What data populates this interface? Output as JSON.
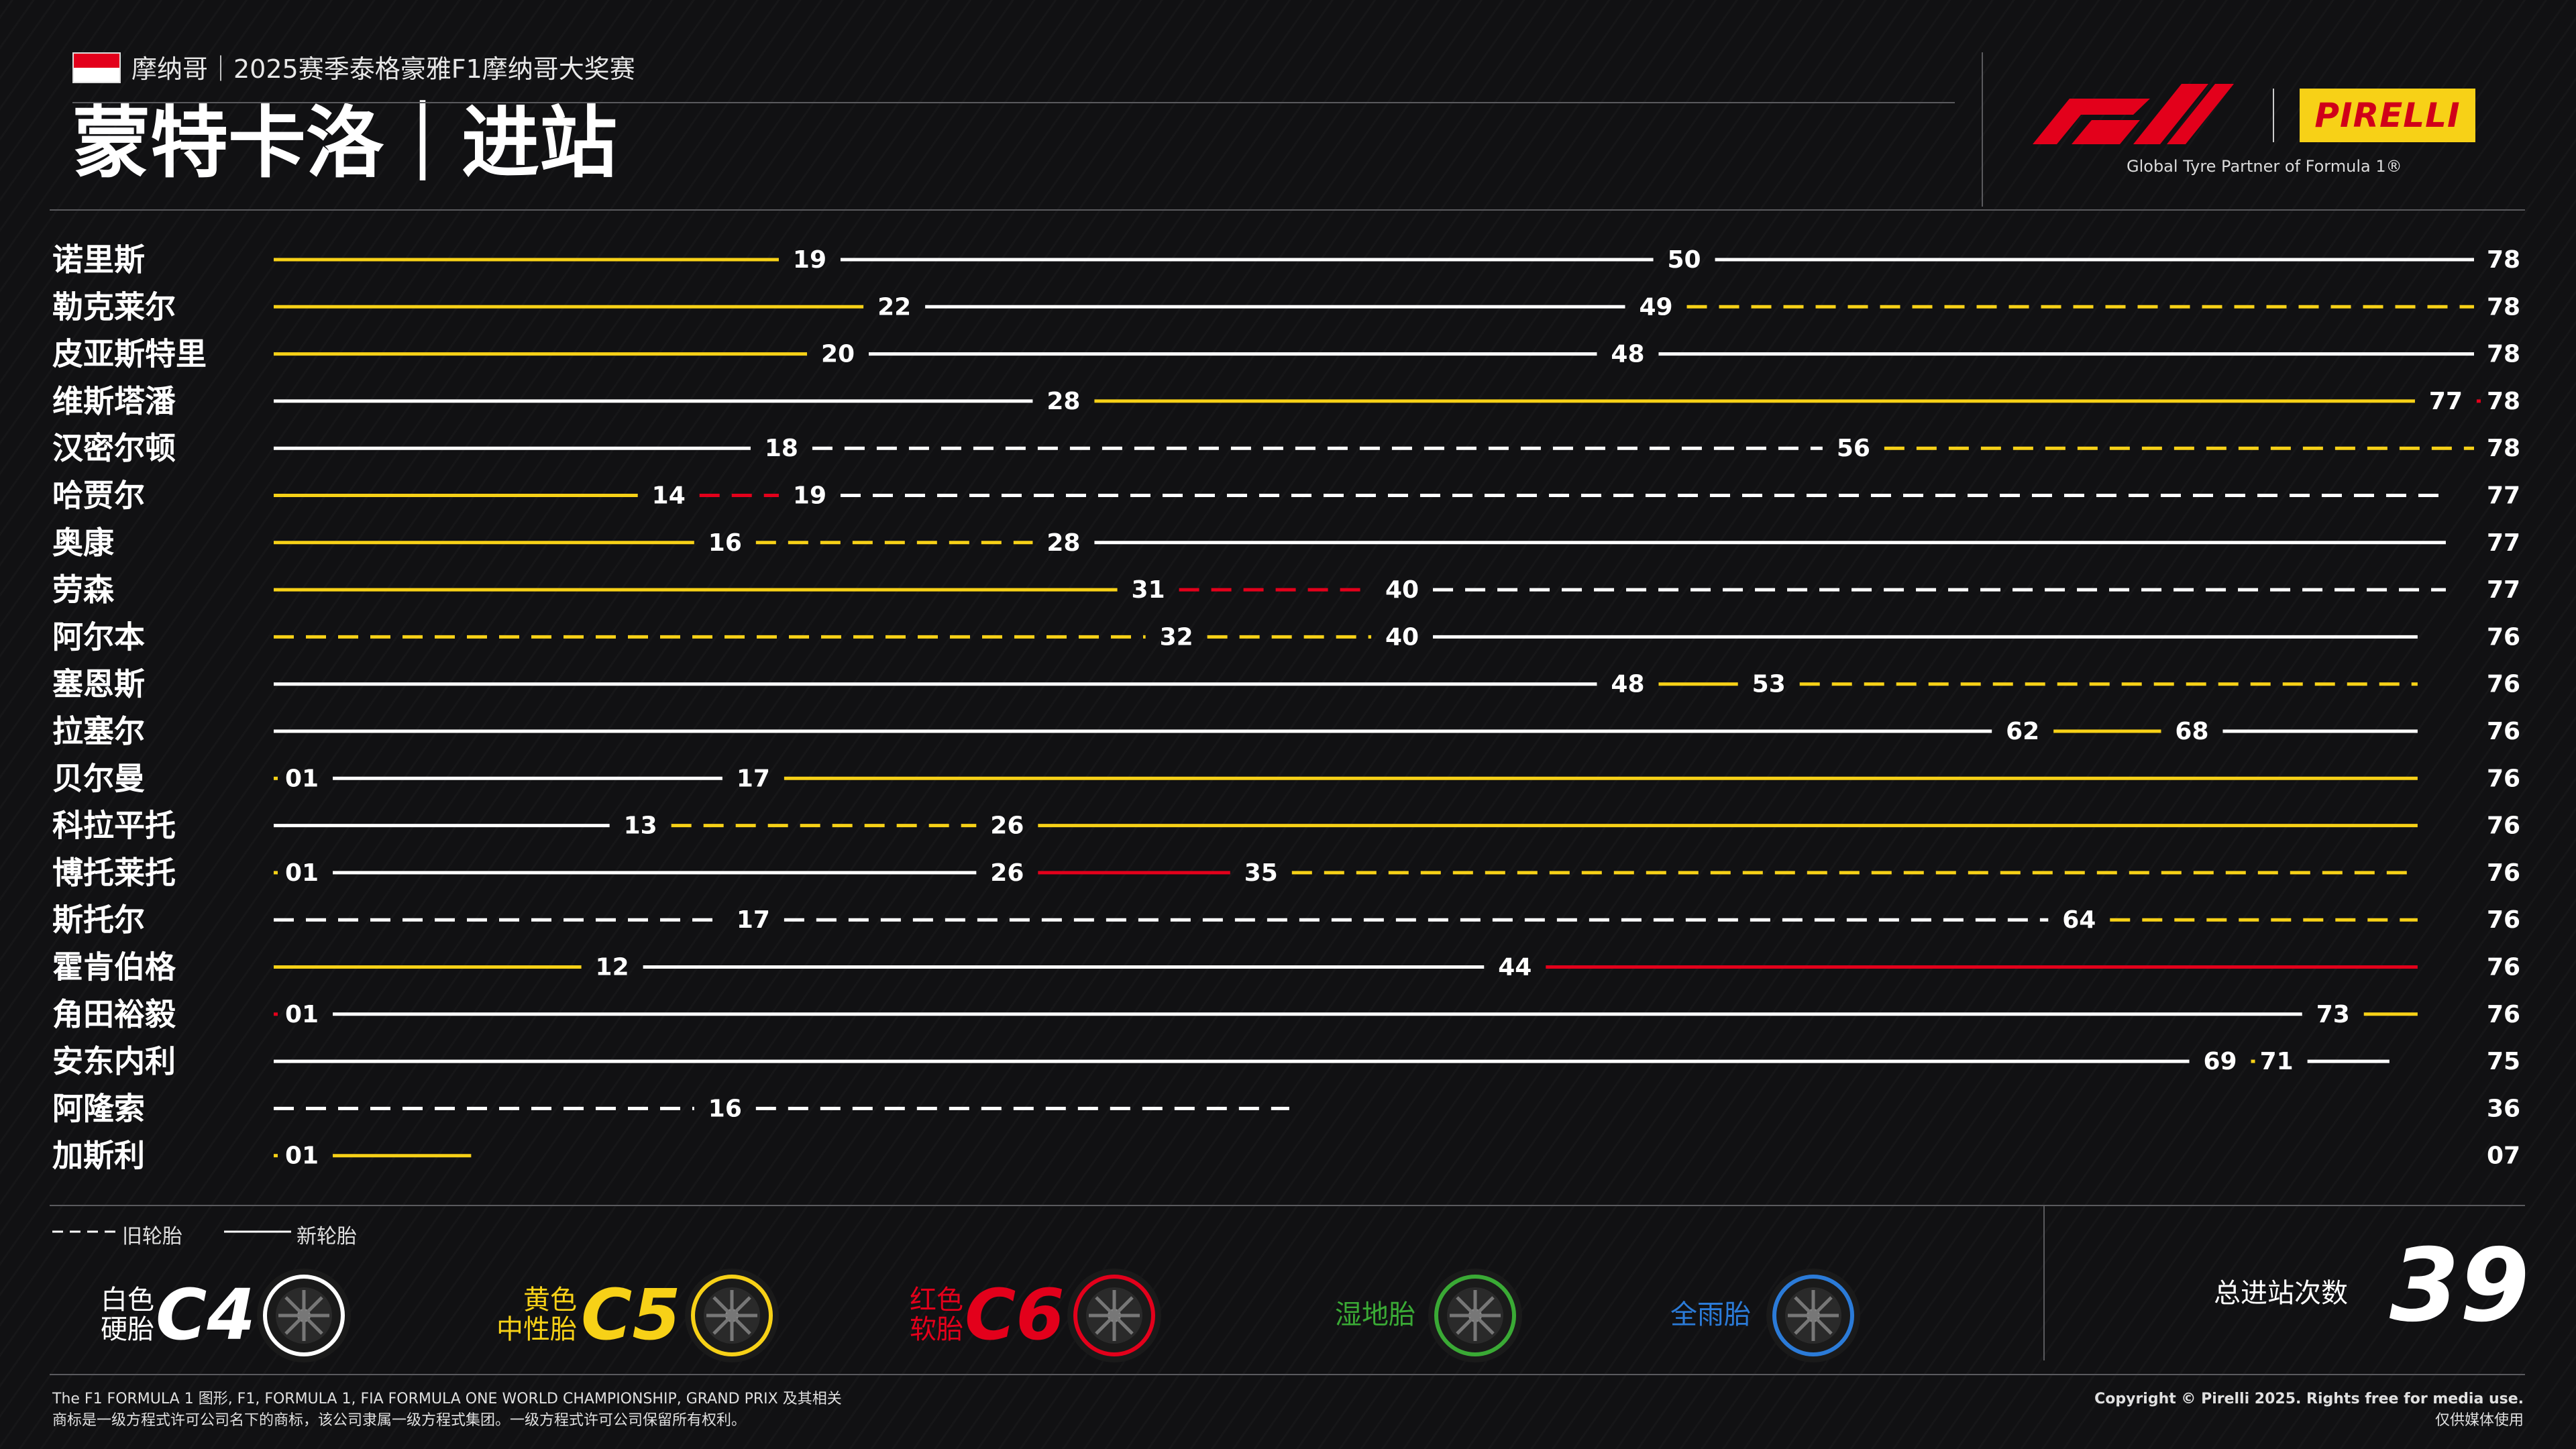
{
  "header": {
    "subtitle": "摩纳哥｜2025赛季泰格豪雅F1摩纳哥大奖赛",
    "title": "蒙特卡洛｜进站",
    "partner_text": "Global Tyre Partner of Formula 1®",
    "pirelli_logo": "PIRELLI",
    "f1_logo_icon": "f1-logo-icon",
    "flag_icon": "monaco-flag-icon"
  },
  "legend": {
    "used": "旧轮胎",
    "new": "新轮胎"
  },
  "tyres": [
    {
      "label1": "白色",
      "label2": "硬胎",
      "code": "C4",
      "color": "#ffffff",
      "icon": "hard-tyre-icon"
    },
    {
      "label1": "黄色",
      "label2": "中性胎",
      "code": "C5",
      "color": "#f7d117",
      "icon": "medium-tyre-icon"
    },
    {
      "label1": "红色",
      "label2": "软胎",
      "code": "C6",
      "color": "#e3001b",
      "icon": "soft-tyre-icon"
    },
    {
      "label1": "湿地胎",
      "label2": "",
      "code": "",
      "color": "#3aaa35",
      "icon": "wet-tyre-icon"
    },
    {
      "label1": "全雨胎",
      "label2": "",
      "code": "",
      "color": "#2b7bd8",
      "icon": "full-wet-tyre-icon"
    }
  ],
  "totals": {
    "label": "总进站次数",
    "value": "39"
  },
  "footer": {
    "left1": "The F1 FORMULA 1 图形, F1, FORMULA 1, FIA FORMULA ONE WORLD CHAMPIONSHIP, GRAND PRIX 及其相关",
    "left2": "商标是一级方程式许可公司名下的商标，该公司隶属一级方程式集团。一级方程式许可公司保留所有权利。",
    "right1": "Copyright © Pirelli 2025. Rights free for media use.",
    "right2": "仅供媒体使用"
  },
  "colors": {
    "hard": "#ffffff",
    "medium": "#f7d117",
    "soft": "#e3001b",
    "background": "#111113"
  },
  "chart_data": {
    "type": "stint-timeline",
    "x_unit": "lap",
    "xlim": [
      0,
      78
    ],
    "compounds": {
      "H": "C4 hard (white)",
      "M": "C5 medium (yellow)",
      "S": "C6 soft (red)"
    },
    "drivers": [
      {
        "name": "诺里斯",
        "stints": [
          {
            "c": "M",
            "n": true,
            "end": 19
          },
          {
            "c": "H",
            "n": true,
            "end": 50
          },
          {
            "c": "H",
            "n": true,
            "end": 78
          }
        ]
      },
      {
        "name": "勒克莱尔",
        "stints": [
          {
            "c": "M",
            "n": true,
            "end": 22
          },
          {
            "c": "H",
            "n": true,
            "end": 49
          },
          {
            "c": "M",
            "n": false,
            "end": 78
          }
        ]
      },
      {
        "name": "皮亚斯特里",
        "stints": [
          {
            "c": "M",
            "n": true,
            "end": 20
          },
          {
            "c": "H",
            "n": true,
            "end": 48
          },
          {
            "c": "H",
            "n": true,
            "end": 78
          }
        ]
      },
      {
        "name": "维斯塔潘",
        "stints": [
          {
            "c": "H",
            "n": true,
            "end": 28
          },
          {
            "c": "M",
            "n": true,
            "end": 77
          },
          {
            "c": "S",
            "n": false,
            "end": 78
          }
        ]
      },
      {
        "name": "汉密尔顿",
        "stints": [
          {
            "c": "H",
            "n": true,
            "end": 18
          },
          {
            "c": "H",
            "n": false,
            "end": 56
          },
          {
            "c": "M",
            "n": false,
            "end": 78
          }
        ]
      },
      {
        "name": "哈贾尔",
        "stints": [
          {
            "c": "M",
            "n": true,
            "end": 14
          },
          {
            "c": "S",
            "n": false,
            "end": 19
          },
          {
            "c": "H",
            "n": false,
            "end": 77
          }
        ]
      },
      {
        "name": "奥康",
        "stints": [
          {
            "c": "M",
            "n": true,
            "end": 16
          },
          {
            "c": "M",
            "n": false,
            "end": 28
          },
          {
            "c": "H",
            "n": true,
            "end": 77
          }
        ]
      },
      {
        "name": "劳森",
        "stints": [
          {
            "c": "M",
            "n": true,
            "end": 31
          },
          {
            "c": "S",
            "n": false,
            "end": 40
          },
          {
            "c": "H",
            "n": false,
            "end": 77
          }
        ]
      },
      {
        "name": "阿尔本",
        "stints": [
          {
            "c": "M",
            "n": false,
            "end": 32
          },
          {
            "c": "M",
            "n": false,
            "end": 40
          },
          {
            "c": "H",
            "n": true,
            "end": 76
          }
        ]
      },
      {
        "name": "塞恩斯",
        "stints": [
          {
            "c": "H",
            "n": true,
            "end": 48
          },
          {
            "c": "M",
            "n": true,
            "end": 53
          },
          {
            "c": "M",
            "n": false,
            "end": 76
          }
        ]
      },
      {
        "name": "拉塞尔",
        "stints": [
          {
            "c": "H",
            "n": true,
            "end": 62
          },
          {
            "c": "M",
            "n": true,
            "end": 68
          },
          {
            "c": "H",
            "n": true,
            "end": 76
          }
        ]
      },
      {
        "name": "贝尔曼",
        "stints": [
          {
            "c": "M",
            "n": true,
            "end": 1
          },
          {
            "c": "H",
            "n": true,
            "end": 17
          },
          {
            "c": "M",
            "n": true,
            "end": 76
          }
        ]
      },
      {
        "name": "科拉平托",
        "stints": [
          {
            "c": "H",
            "n": true,
            "end": 13
          },
          {
            "c": "M",
            "n": false,
            "end": 26
          },
          {
            "c": "M",
            "n": true,
            "end": 76
          }
        ]
      },
      {
        "name": "博托莱托",
        "stints": [
          {
            "c": "M",
            "n": true,
            "end": 1
          },
          {
            "c": "H",
            "n": true,
            "end": 26
          },
          {
            "c": "S",
            "n": true,
            "end": 35
          },
          {
            "c": "M",
            "n": false,
            "end": 76
          }
        ]
      },
      {
        "name": "斯托尔",
        "stints": [
          {
            "c": "H",
            "n": false,
            "end": 17
          },
          {
            "c": "H",
            "n": false,
            "end": 64
          },
          {
            "c": "M",
            "n": false,
            "end": 76
          }
        ]
      },
      {
        "name": "霍肯伯格",
        "stints": [
          {
            "c": "M",
            "n": true,
            "end": 12
          },
          {
            "c": "H",
            "n": true,
            "end": 44
          },
          {
            "c": "S",
            "n": true,
            "end": 76
          }
        ]
      },
      {
        "name": "角田裕毅",
        "stints": [
          {
            "c": "S",
            "n": true,
            "end": 1
          },
          {
            "c": "H",
            "n": true,
            "end": 73
          },
          {
            "c": "M",
            "n": true,
            "end": 76
          }
        ]
      },
      {
        "name": "安东内利",
        "stints": [
          {
            "c": "H",
            "n": true,
            "end": 69
          },
          {
            "c": "M",
            "n": true,
            "end": 71
          },
          {
            "c": "H",
            "n": true,
            "end": 75
          }
        ]
      },
      {
        "name": "阿隆索",
        "stints": [
          {
            "c": "H",
            "n": false,
            "end": 16
          },
          {
            "c": "H",
            "n": false,
            "end": 36
          }
        ]
      },
      {
        "name": "加斯利",
        "stints": [
          {
            "c": "M",
            "n": true,
            "end": 1
          },
          {
            "c": "M",
            "n": true,
            "end": 7
          }
        ]
      }
    ]
  }
}
